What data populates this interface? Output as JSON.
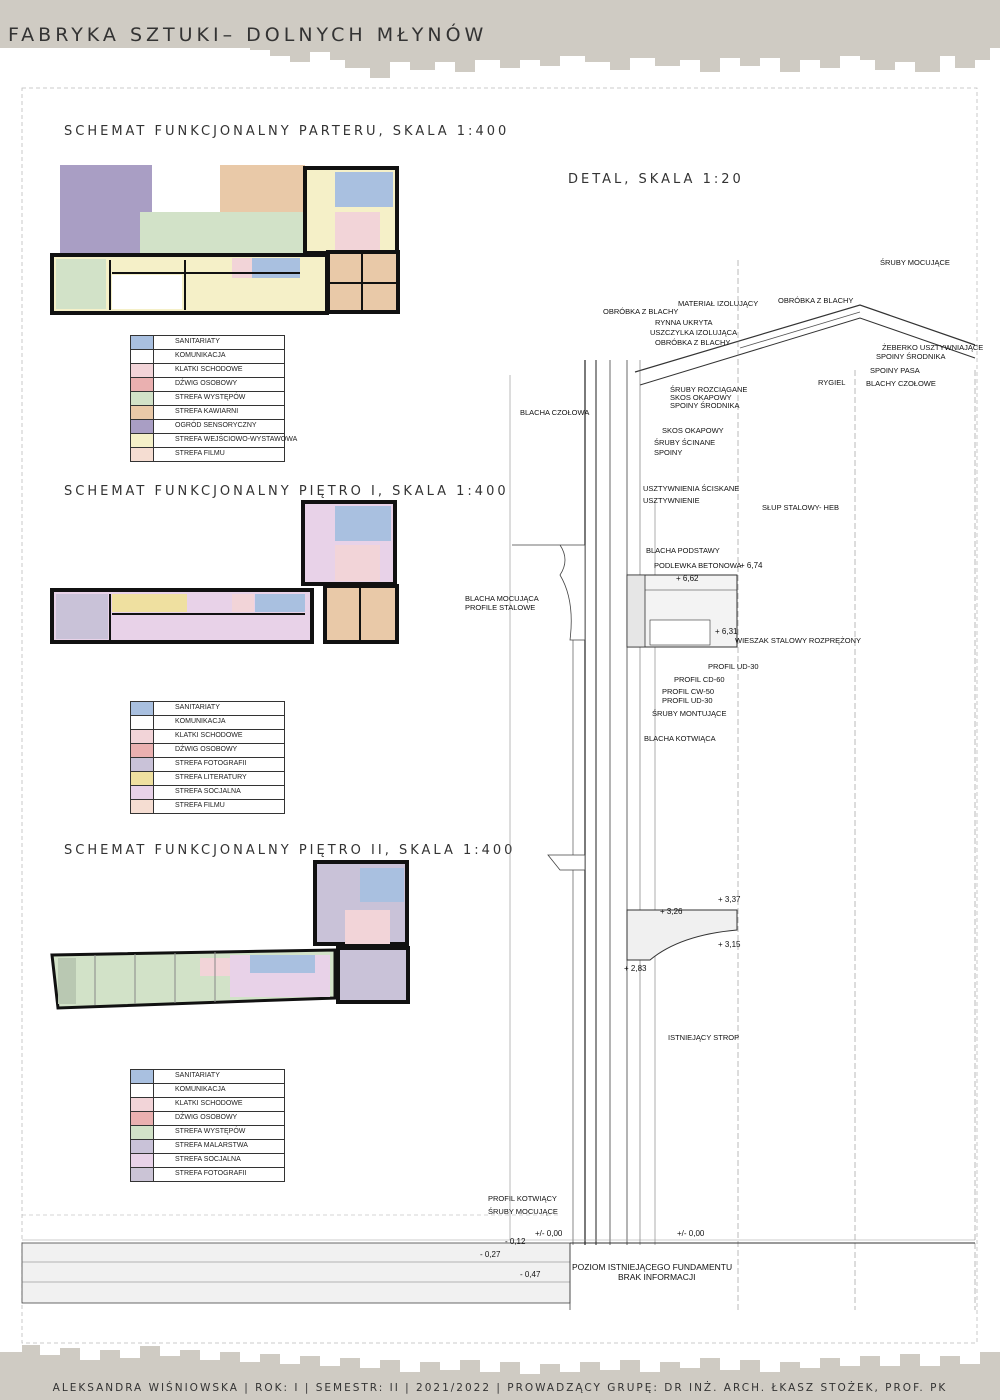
{
  "header": {
    "title": "FABRYKA SZTUKI– DOLNYCH MŁYNÓW"
  },
  "sections": {
    "ground": {
      "title": "SCHEMAT FUNKCJONALNY PARTERU, SKALA 1:400",
      "legend": [
        {
          "label": "SANITARIATY",
          "color": "#a9c0e0"
        },
        {
          "label": "KOMUNIKACJA",
          "color": "#ffffff"
        },
        {
          "label": "KLATKI SCHODOWE",
          "color": "#f2d4d8"
        },
        {
          "label": "DŹWIG OSOBOWY",
          "color": "#eab0b0"
        },
        {
          "label": "STREFA WYSTĘPÓW",
          "color": "#d2e2c8"
        },
        {
          "label": "STREFA KAWIARNI",
          "color": "#e9c9a8"
        },
        {
          "label": "OGRÓD SENSORYCZNY",
          "color": "#a99ec4"
        },
        {
          "label": "STREFA WEJŚCIOWO-WYSTAWOWA",
          "color": "#f5f0c8"
        },
        {
          "label": "STREFA FILMU",
          "color": "#f5ddd2"
        }
      ]
    },
    "floor1": {
      "title": "SCHEMAT FUNKCJONALNY PIĘTRO I, SKALA 1:400",
      "legend": [
        {
          "label": "SANITARIATY",
          "color": "#a9c0e0"
        },
        {
          "label": "KOMUNIKACJA",
          "color": "#ffffff"
        },
        {
          "label": "KLATKI SCHODOWE",
          "color": "#f2d4d8"
        },
        {
          "label": "DŹWIG OSOBOWY",
          "color": "#eab0b0"
        },
        {
          "label": "STREFA FOTOGRAFII",
          "color": "#c9c2d8"
        },
        {
          "label": "STREFA LITERATURY",
          "color": "#efe0a0"
        },
        {
          "label": "STREFA SOCJALNA",
          "color": "#e8d2e8"
        },
        {
          "label": "STREFA FILMU",
          "color": "#f5ddd2"
        }
      ]
    },
    "floor2": {
      "title": "SCHEMAT FUNKCJONALNY PIĘTRO II, SKALA 1:400",
      "legend": [
        {
          "label": "SANITARIATY",
          "color": "#a9c0e0"
        },
        {
          "label": "KOMUNIKACJA",
          "color": "#ffffff"
        },
        {
          "label": "KLATKI SCHODOWE",
          "color": "#f2d4d8"
        },
        {
          "label": "DŹWIG OSOBOWY",
          "color": "#eab0b0"
        },
        {
          "label": "STREFA WYSTĘPÓW",
          "color": "#d2e2c8"
        },
        {
          "label": "STREFA MALARSTWA",
          "color": "#c9c2d8"
        },
        {
          "label": "STREFA SOCJALNA",
          "color": "#e8d2e8"
        },
        {
          "label": "STREFA FOTOGRAFII",
          "color": "#cbc4d6"
        }
      ]
    }
  },
  "detail": {
    "title": "DETAL, SKALA 1:20",
    "labels": {
      "sruby_mocujace_top": "ŚRUBY MOCUJĄCE",
      "obrobka_z_blachy_a": "OBRÓBKA Z BLACHY",
      "material_izolujacy": "MATERIAŁ IZOLUJĄCY",
      "obrobka_z_blachy_b": "OBRÓBKA Z BLACHY",
      "rynna_ukryta": "RYNNA UKRYTA",
      "uszczelka_izolujaca": "USZCZYLKA IZOLUJĄCA",
      "obrobka_z_blachy_c": "OBRÓBKA Z BLACHY",
      "zeberko": "ŻEBERKO USZTYWNIAJĄCE",
      "spoiny_srodnika_a": "SPOINY ŚRODNIKA",
      "rygiel": "RYGIEL",
      "spoiny_pasa": "SPOINY PASA",
      "blachy_czolowe": "BLACHY CZOŁOWE",
      "sruby_rozciagane": "ŚRUBY ROZCIĄGANE",
      "skos_okapowy_a": "SKOS OKAPOWY",
      "spoiny_srodnika_b": "SPOINY ŚRODNIKA",
      "blacha_czolowa": "BLACHA CZOŁOWA",
      "skos_okapowy_b": "SKOS OKAPOWY",
      "sruby_scinane": "ŚRUBY ŚCINANE",
      "spoiny": "SPOINY",
      "usztywnienia_sciskane": "USZTYWNIENIA ŚCISKANE",
      "usztywnienie": "USZTYWNIENIE",
      "slup_stalowy": "SŁUP STALOWY- HEB",
      "blacha_podstawy": "BLACHA PODSTAWY",
      "podlewka": "PODLEWKA BETONOWA",
      "blacha_mocujaca": "BLACHA MOCUJĄCA",
      "profile_stalowe": "PROFILE STALOWE",
      "wieszak": "WIESZAK STALOWY ROZPRĘŻONY",
      "profil_ud30_a": "PROFIL UD-30",
      "profil_cd60": "PROFIL CD-60",
      "profil_cw50": "PROFIL CW-50",
      "profil_ud30_b": "PROFIL UD-30",
      "sruby_montujace": "ŚRUBY MONTUJĄCE",
      "blacha_kotwiaca": "BLACHA KOTWIĄCA",
      "istniejacy_strop": "ISTNIEJĄCY STROP",
      "profil_kotwiacy": "PROFIL KOTWIĄCY",
      "sruby_mocujace_bottom": "ŚRUBY MOCUJĄCE",
      "poziom_fundamentu": "POZIOM ISTNIEJĄCEGO FUNDAMENTU",
      "brak_informacji": "BRAK INFORMACJI"
    },
    "levels": {
      "l674": "+ 6,74",
      "l662": "+ 6,62",
      "l631": "+ 6,31",
      "l337": "+ 3,37",
      "l326": "+ 3,26",
      "l315": "+ 3,15",
      "l283": "+ 2,83",
      "l000a": "+/- 0,00",
      "l000b": "+/- 0,00",
      "lm012": "- 0,12",
      "lm027": "- 0,27",
      "lm047": "- 0,47"
    }
  },
  "footer": {
    "text": "ALEKSANDRA WIŚNIOWSKA | ROK: I | SEMESTR: II | 2021/2022 | PROWADZĄCY GRUPĘ: DR INŻ. ARCH. ŁKASZ STOŻEK, PROF. PK"
  }
}
